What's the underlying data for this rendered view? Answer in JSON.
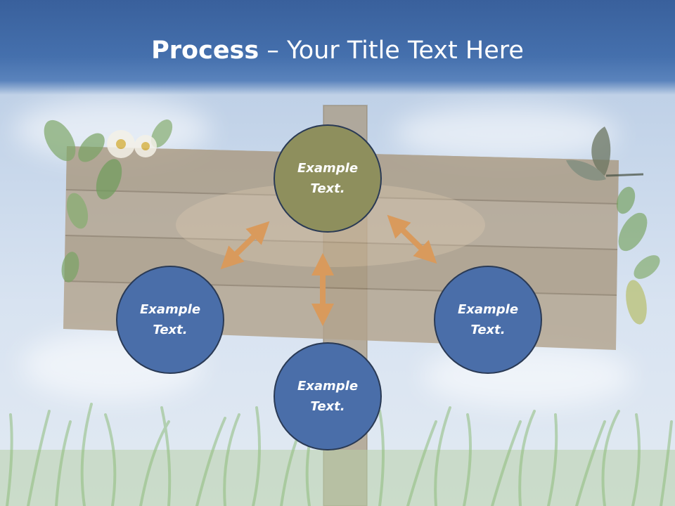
{
  "slide": {
    "title_bold": "Process",
    "title_rest": "– Your Title Text Here"
  },
  "nodes": [
    {
      "id": "top",
      "text": "Example Text.",
      "color": "#8e8f5d"
    },
    {
      "id": "left",
      "text": "Example Text.",
      "color": "#4a6ea9"
    },
    {
      "id": "right",
      "text": "Example Text.",
      "color": "#4a6ea9"
    },
    {
      "id": "bottom",
      "text": "Example Text.",
      "color": "#4a6ea9"
    }
  ],
  "colors": {
    "title_band": "#4570ad",
    "arrow": "#d99a5c",
    "circle_border": "#2a3a55"
  },
  "icons": [
    "flower-icon",
    "butterfly-icon",
    "leaf-icon"
  ]
}
